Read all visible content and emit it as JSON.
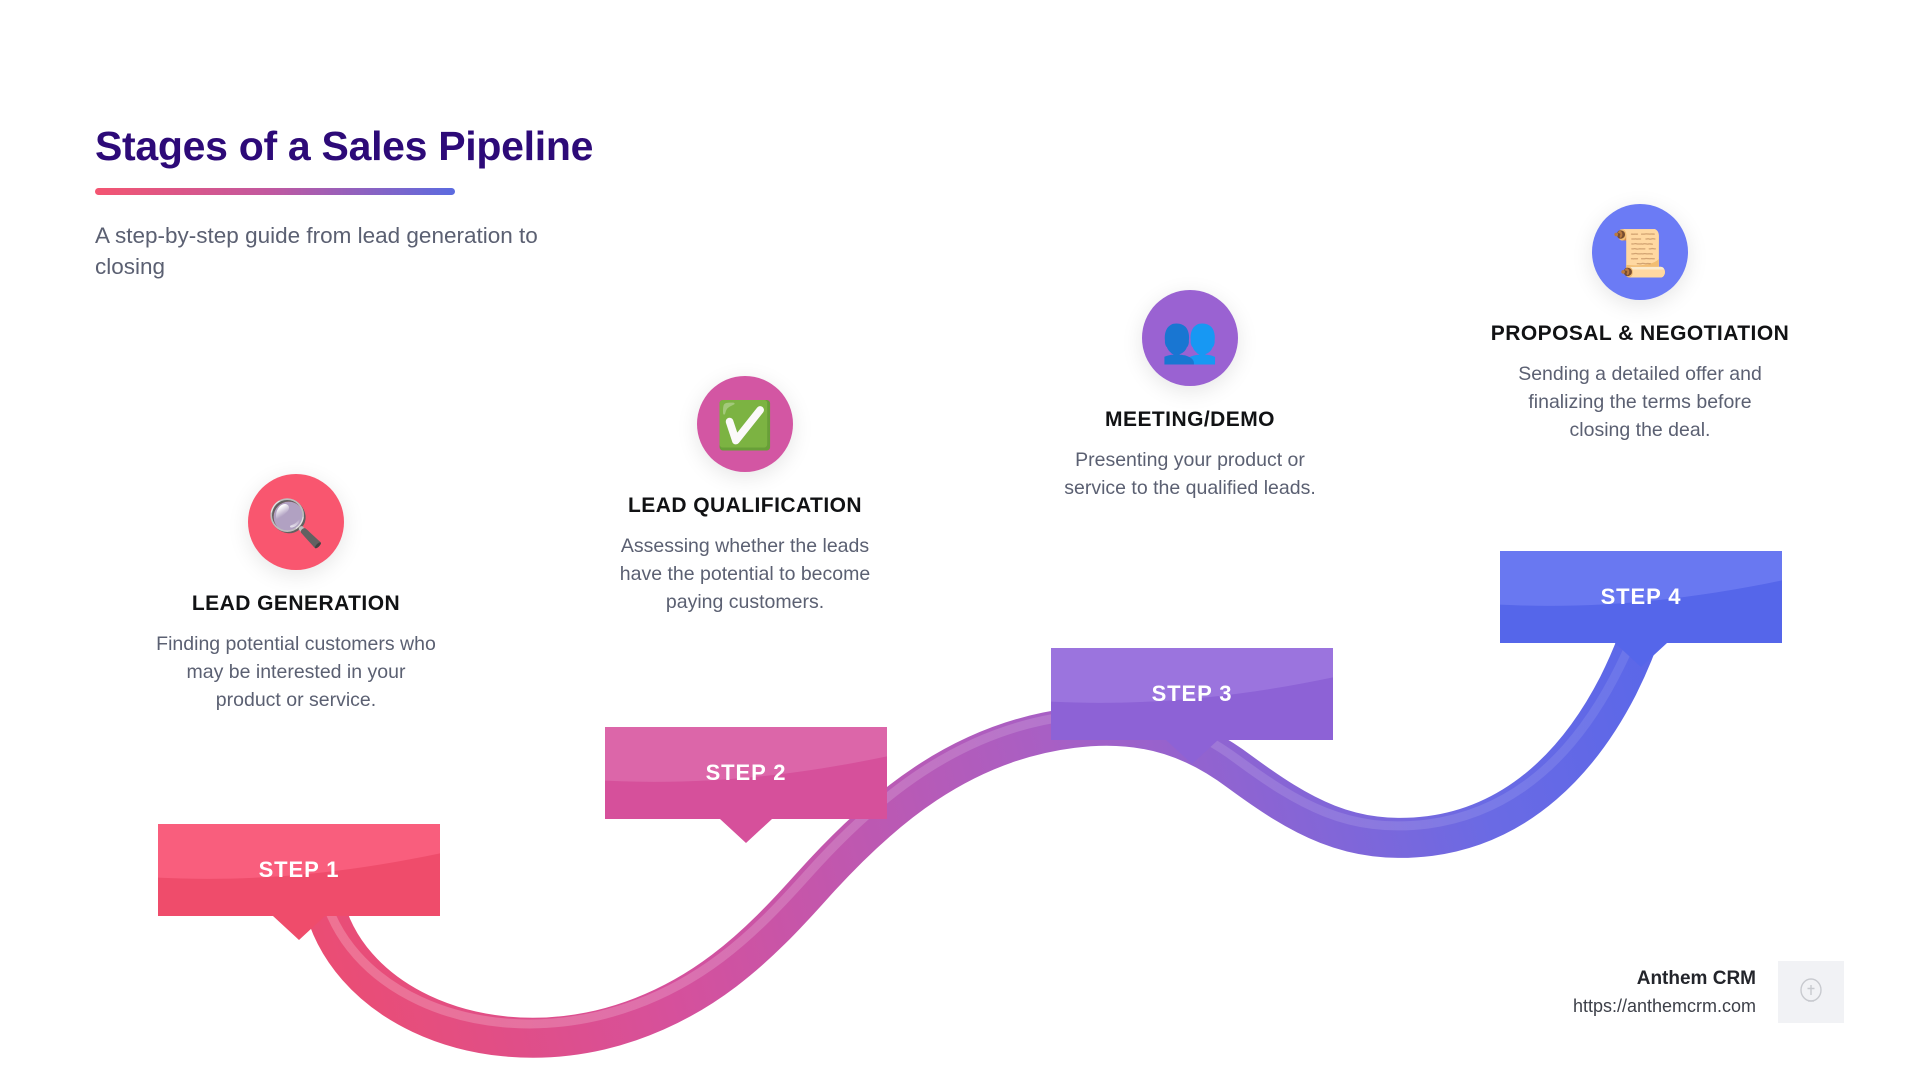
{
  "header": {
    "title": "Stages of a Sales Pipeline",
    "subtitle": "A step-by-step guide from lead generation to closing",
    "rule_gradient": [
      "#f45571",
      "#5b6be0"
    ]
  },
  "steps": [
    {
      "banner_label": "STEP 1",
      "name": "LEAD GENERATION",
      "description": "Finding potential customers who may be interested in your product or service.",
      "icon": "magnifying-glass-icon",
      "icon_glyph": "🔍",
      "circle_color": "#f9566f",
      "banner_color": "#ef4c6b",
      "banner_color_light": "#fa6280"
    },
    {
      "banner_label": "STEP 2",
      "name": "LEAD QUALIFICATION",
      "description": "Assessing whether the leads have the potential to become paying customers.",
      "icon": "check-mark-button-icon",
      "icon_glyph": "✅",
      "circle_color": "#d356a3",
      "banner_color": "#d6509b",
      "banner_color_light": "#dd6aac"
    },
    {
      "banner_label": "STEP 3",
      "name": "MEETING/DEMO",
      "description": "Presenting your product or service to the qualified leads.",
      "icon": "busts-in-silhouette-icon",
      "icon_glyph": "👥",
      "circle_color": "#9a62d2",
      "banner_color": "#8d62d6",
      "banner_color_light": "#9d78df"
    },
    {
      "banner_label": "STEP 4",
      "name": "PROPOSAL & NEGOTIATION",
      "description": "Sending a detailed offer and finalizing the terms before closing the deal.",
      "icon": "scroll-icon",
      "icon_glyph": "📜",
      "circle_color": "#6b7bf5",
      "banner_color": "#5566ea",
      "banner_color_light": "#6d7bf2"
    }
  ],
  "ribbon": {
    "gradient_stops": [
      "#ef4c6b",
      "#d6509b",
      "#a85fc4",
      "#6a6ae4",
      "#5566ea"
    ]
  },
  "footer": {
    "brand_name": "Anthem CRM",
    "brand_url": "https://anthemcrm.com",
    "logo_icon": "placeholder-logo-icon"
  }
}
